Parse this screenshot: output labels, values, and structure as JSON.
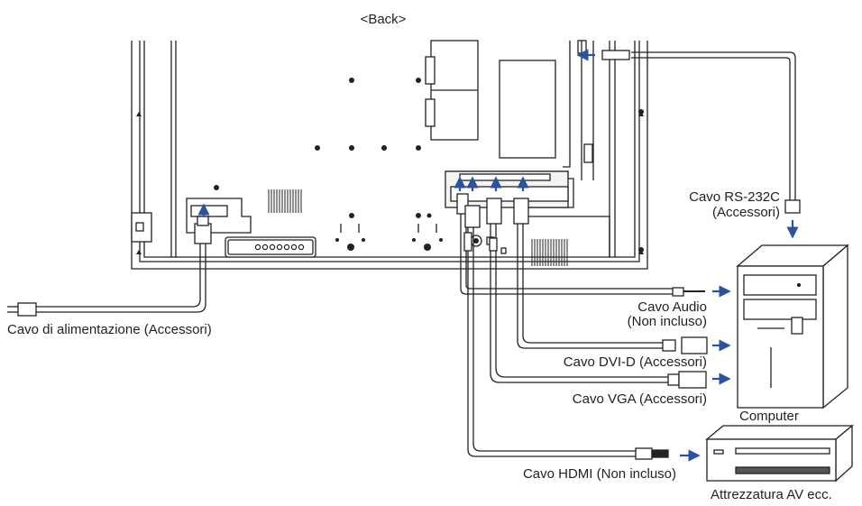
{
  "title": "<Back>",
  "labels": {
    "power_cable": "Cavo di alimentazione (Accessori)",
    "rs232c_line1": "Cavo RS-232C",
    "rs232c_line2": "(Accessori)",
    "audio_line1": "Cavo Audio",
    "audio_line2": "(Non incluso)",
    "dvid": "Cavo DVI-D (Accessori)",
    "vga": "Cavo VGA (Accessori)",
    "hdmi": "Cavo HDMI (Non incluso)",
    "computer": "Computer",
    "av_equipment": "Attrezzatura AV ecc."
  },
  "colors": {
    "line": "#222222",
    "arrow": "#2a52a0",
    "device_fill": "#ffffff",
    "panel_fill": "#f2f2f2",
    "dark": "#1a1a1a"
  }
}
